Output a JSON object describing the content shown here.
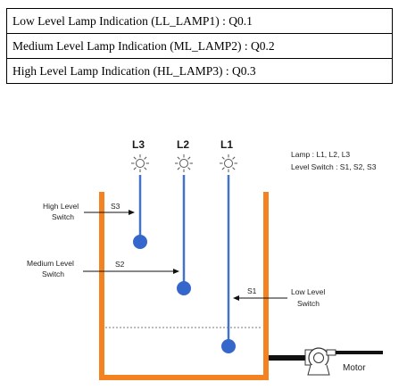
{
  "table": {
    "rows": [
      "Low Level Lamp Indication (LL_LAMP1) : Q0.1",
      "Medium Level Lamp Indication (ML_LAMP2) : Q0.2",
      "High Level Lamp Indication (HL_LAMP3) : Q0.3"
    ]
  },
  "diagram": {
    "lamps": [
      "L3",
      "L2",
      "L1"
    ],
    "legend": {
      "lamps": "Lamp : L1, L2, L3",
      "switches": "Level Switch : S1, S2, S3"
    },
    "switches": [
      {
        "id": "S3",
        "label_line1": "High Level",
        "label_line2": "Switch"
      },
      {
        "id": "S2",
        "label_line1": "Medium Level",
        "label_line2": "Switch"
      },
      {
        "id": "S1",
        "label_line1": "Low Level",
        "label_line2": "Switch"
      }
    ],
    "motor_label": "Motor",
    "colors": {
      "tank": "#F58220",
      "float": "#3466CC",
      "rod": "#4472C4",
      "lamp": "#555555"
    }
  }
}
